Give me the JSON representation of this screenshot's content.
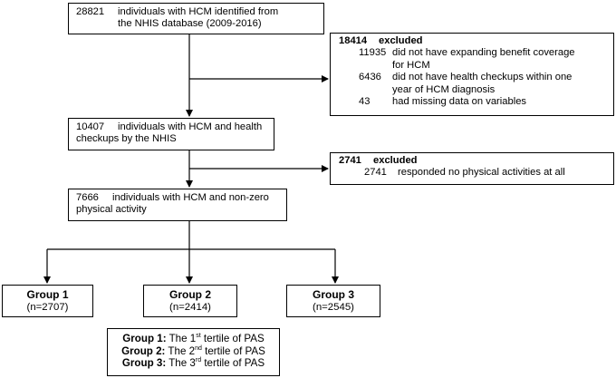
{
  "box_initial": {
    "number": "28821",
    "text_1": "individuals with HCM identified from",
    "text_2": "the NHIS database (2009-2016)"
  },
  "excluded_1": {
    "number": "18414",
    "label": "excluded",
    "items": [
      {
        "number": "11935",
        "line_1": "did not have expanding benefit coverage",
        "line_2": "for HCM"
      },
      {
        "number": "6436",
        "line_1": "did not have health checkups within one",
        "line_2": "year of HCM diagnosis"
      },
      {
        "number": "43",
        "line_1": "had missing data on variables",
        "line_2": ""
      }
    ]
  },
  "box_checkups": {
    "number": "10407",
    "text_1": "individuals with HCM and health",
    "text_2": "checkups by the NHIS"
  },
  "excluded_2": {
    "number": "2741",
    "label": "excluded",
    "item": {
      "number": "2741",
      "text": "responded no physical activities at all"
    }
  },
  "box_activity": {
    "number": "7666",
    "text_1": "individuals with HCM and non-zero",
    "text_2": "physical activity"
  },
  "groups": [
    {
      "title": "Group 1",
      "n": "(n=2707)"
    },
    {
      "title": "Group 2",
      "n": "(n=2414)"
    },
    {
      "title": "Group 3",
      "n": "(n=2545)"
    }
  ],
  "legend": [
    {
      "label": "Group 1:",
      "pre": "The 1",
      "sup": "st",
      "post": " tertile of PAS"
    },
    {
      "label": "Group 2:",
      "pre": "The 2",
      "sup": "nd",
      "post": " tertile of PAS"
    },
    {
      "label": "Group 3:",
      "pre": "The 3",
      "sup": "rd",
      "post": " tertile of PAS"
    }
  ]
}
